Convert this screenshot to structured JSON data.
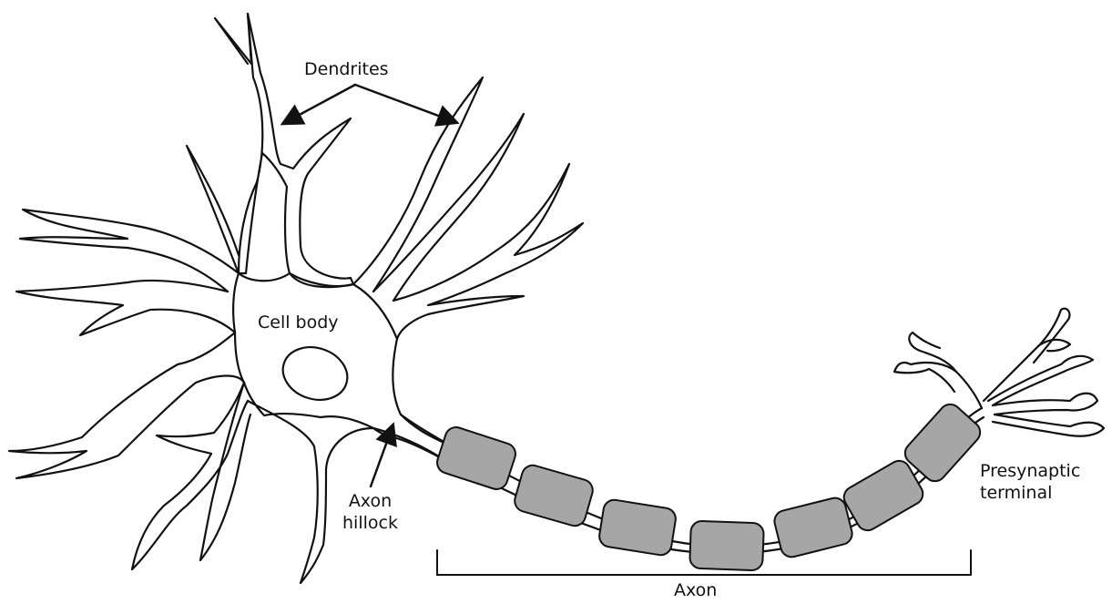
{
  "labels": {
    "dendrites": "Dendrites",
    "cell_body": "Cell body",
    "axon_hillock_line1": "Axon",
    "axon_hillock_line2": "hillock",
    "presynaptic_line1": "Presynaptic",
    "presynaptic_line2": "terminal",
    "axon": "Axon"
  },
  "colors": {
    "outline": "#111111",
    "myelin_fill": "#a6a6a6",
    "background": "#ffffff"
  }
}
